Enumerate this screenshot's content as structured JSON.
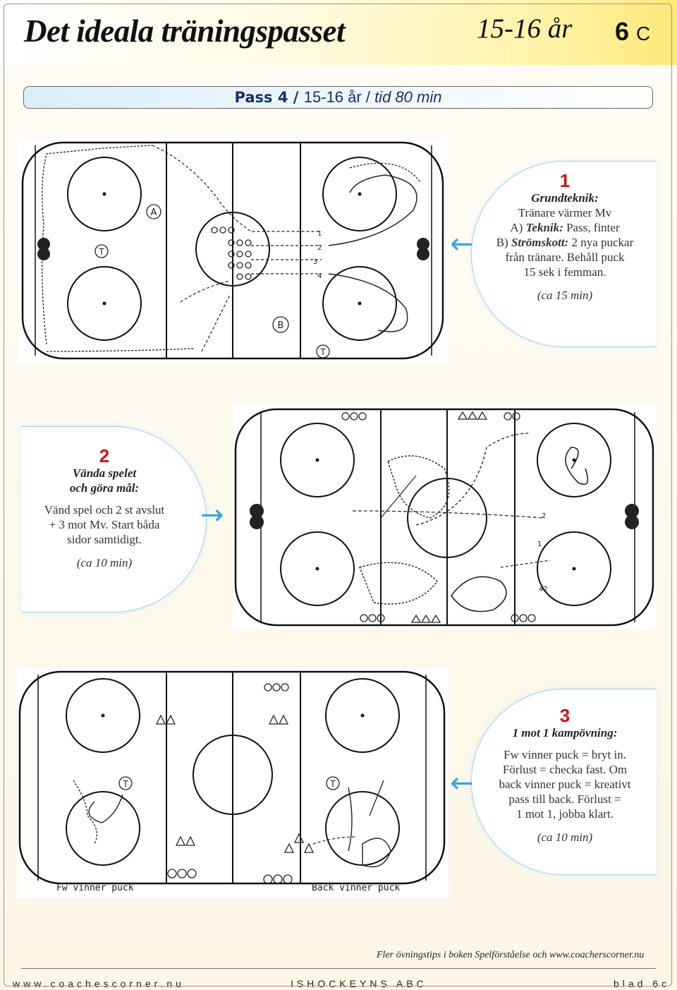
{
  "header": {
    "title": "Det ideala träningspasset",
    "age": "15-16 år",
    "code_num": "6",
    "code_letter": "C"
  },
  "pass_bar": {
    "pass": "Pass 4",
    "sep1": " / ",
    "age": "15-16 år",
    "sep2": " / ",
    "time": "tid 80 min"
  },
  "drills": [
    {
      "number": "1",
      "heading": "Grundteknik:",
      "line1": "Tränare värmer Mv",
      "line2_prefix": "A) ",
      "line2_bold": "Teknik:",
      "line2_rest": " Pass, finter",
      "line3_prefix": "B) ",
      "line3_bold": "Strömskott:",
      "line3_rest": " 2 nya puckar",
      "line4": "från tränare. Behåll puck",
      "line5": "15 sek i femman.",
      "duration": "(ca 15 min)"
    },
    {
      "number": "2",
      "heading1": "Vända spelet",
      "heading2": "och göra mål:",
      "line1": "Vänd spel och 2 st avslut",
      "line2": "+ 3 mot Mv. Start båda",
      "line3": "sidor samtidigt.",
      "duration": "(ca 10 min)"
    },
    {
      "number": "3",
      "heading": "1 mot 1 kampövning:",
      "line1": "Fw vinner puck = bryt in.",
      "line2": "Förlust = checka fast. Om",
      "line3": "back vinner puck = kreativt",
      "line4": "pass till back. Förlust =",
      "line5": "1 mot 1,  jobba klart.",
      "duration": "(ca 10 min)"
    }
  ],
  "rink1_labels": {
    "a": "A",
    "b": "B",
    "t": "T",
    "n1": "1",
    "n2": "2",
    "n3": "3",
    "n4": "4"
  },
  "rink2_labels": {
    "n2": "2",
    "n1": "1",
    "n42": "42"
  },
  "rink3_labels": {
    "t": "T",
    "fw": "Fw vinner puck",
    "back": "Back vinner puck"
  },
  "footer": {
    "tip": "Fler övningstips i boken Spelförståelse och www.coacherscorner.nu",
    "left": "www.coachescorner.nu",
    "center": "ISHOCKEYNS ABC",
    "right": "blad 6c"
  },
  "colors": {
    "accent": "#c8141e",
    "arrow": "#3aa6dc",
    "bar_text": "#1c2f6b"
  },
  "icons": [
    "arrow-left-icon",
    "arrow-right-icon",
    "goalie-icon"
  ]
}
